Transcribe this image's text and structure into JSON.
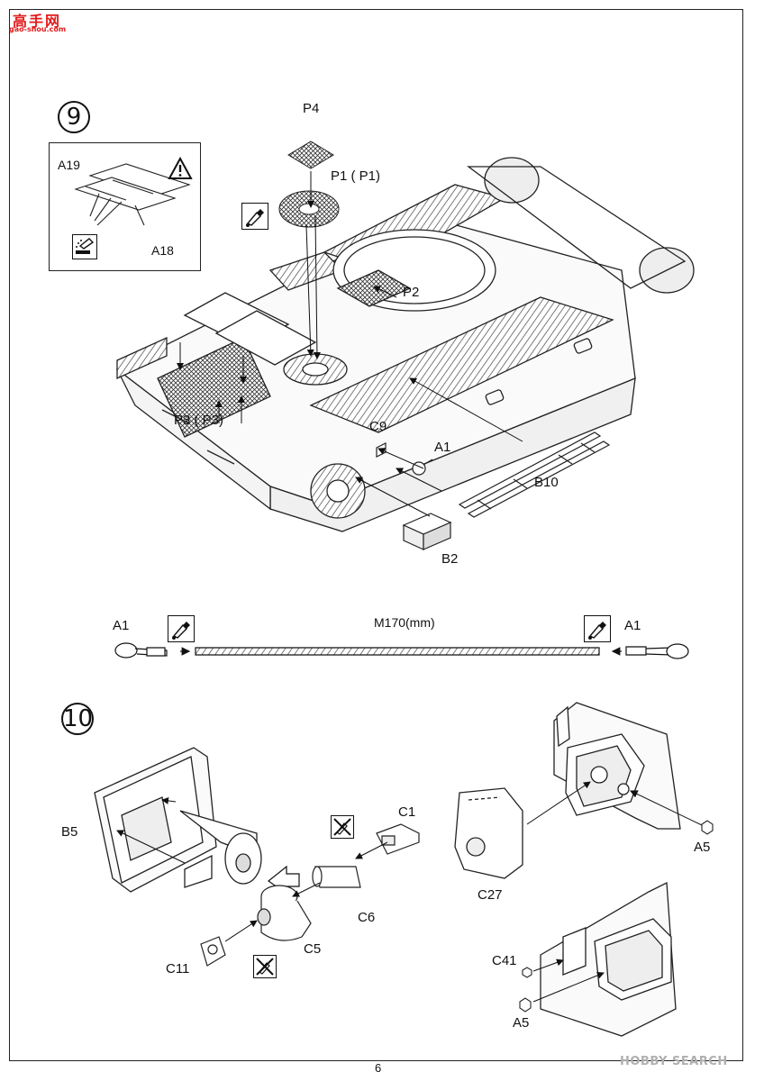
{
  "watermark": {
    "site_name": "高手网",
    "site_url": "gao-shou.com"
  },
  "step9": {
    "number": "9",
    "labels": {
      "p4": "P4",
      "p1": "P1 ( P1)",
      "p2": "P2",
      "p3": "P3 ( P3)",
      "c9": "C9",
      "a1": "A1",
      "b10": "B10",
      "b2": "B2"
    },
    "inset": {
      "a19": "A19",
      "a18": "A18"
    },
    "icons": [
      "glue-icon",
      "warning-icon",
      "paint-icon"
    ]
  },
  "tow_cable": {
    "left_label": "A1",
    "right_label": "A1",
    "length_label": "M170(mm)"
  },
  "step10": {
    "number": "10",
    "labels": {
      "b5": "B5",
      "c1": "C1",
      "c6": "C6",
      "c5": "C5",
      "c11": "C11",
      "c27": "C27",
      "a5_top": "A5",
      "c41": "C41",
      "a5_bottom": "A5"
    },
    "icons": [
      "do-not-glue-icon",
      "assembly-arrow-icon"
    ]
  },
  "footer": {
    "page_number": "6",
    "watermark": "HOBBY SEARCH"
  }
}
